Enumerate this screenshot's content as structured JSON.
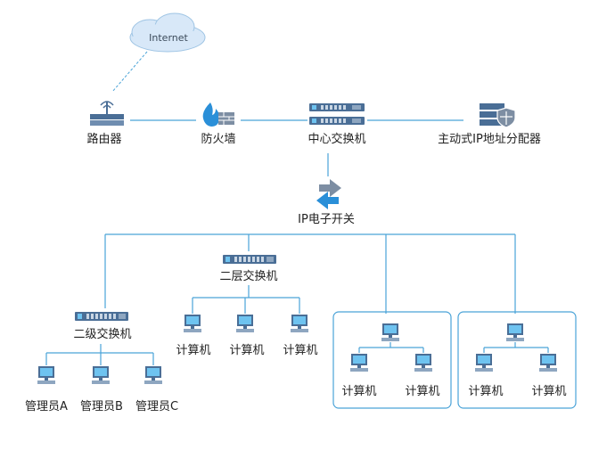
{
  "internet": "Internet",
  "devices": {
    "router": "路由器",
    "firewall": "防火墙",
    "core_switch": "中心交换机",
    "dhcp": "主动式IP地址分配器",
    "ip_switch": "IP电子开关",
    "l2_switch_a": "二层交换机",
    "l2_switch_b": "二级交换机"
  },
  "pcs": {
    "pc1": "计算机",
    "pc2": "计算机",
    "pc3": "计算机",
    "pc4": "计算机",
    "pc5": "计算机",
    "pc6": "计算机",
    "pc7": "计算机"
  },
  "admins": {
    "a": "管理员A",
    "b": "管理员B",
    "c": "管理员C"
  },
  "colors": {
    "line": "#4aa3d8",
    "device": "#4a6e96",
    "cloud": "#d6e6f6"
  }
}
